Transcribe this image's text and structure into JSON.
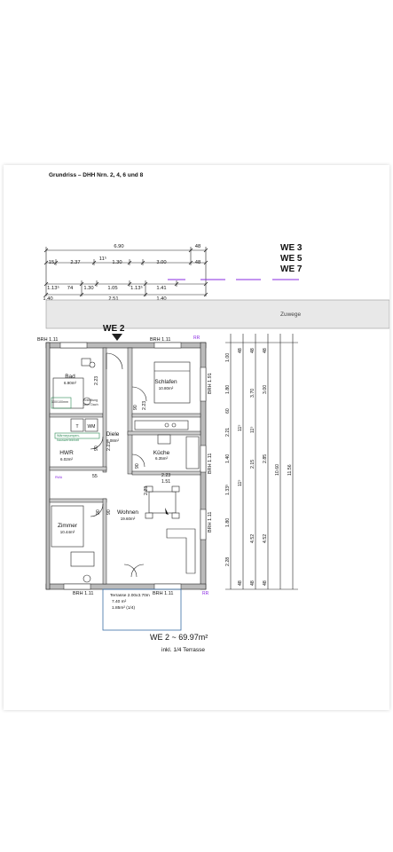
{
  "document": {
    "heading": "Grundriss – DHH Nrn. 2, 4, 6 und 8"
  },
  "unit": {
    "name": "WE 2",
    "total_area": "WE 2 ~ 69.97m²",
    "total_note": "inkl. 1/4 Terrasse"
  },
  "legend_units": [
    "WE 3",
    "WE 5",
    "WE 7"
  ],
  "street_label": "Zuwege",
  "rooms": {
    "bad": {
      "name": "Bad",
      "area": "6.90m²"
    },
    "schlafen": {
      "name": "Schlafen",
      "area": "10.80m²"
    },
    "diele": {
      "name": "Diele",
      "area": "8.08m²"
    },
    "kueche": {
      "name": "Küche",
      "area": "6.35m²"
    },
    "hwr": {
      "name": "HWR",
      "area": "6.02m²"
    },
    "wohnen": {
      "name": "Wohnen",
      "area": "19.60m²"
    },
    "zimmer": {
      "name": "Zimmer",
      "area": "10.44m²"
    },
    "terrasse": {
      "name": "Terrasse 2.00x3.70m",
      "area": "7.40 m²",
      "quarter": "1.85m² (1/4)"
    }
  },
  "labels": {
    "t": "T",
    "wm": "WM",
    "entlueftung_1": "Entlüftung",
    "entlueftung_2": "über Dach",
    "dn": "100/100mm",
    "wp_1": "Wärmepumpen-",
    "wp_2": "hauswerteinheit",
    "rwa": "RWA"
  },
  "brh": {
    "top_left": "BRH  1.11",
    "top_right": "BRH  1.11",
    "right_1": "BRH  1.91",
    "right_2": "BRH  1.11",
    "right_3": "BRH  1.11",
    "bottom_left": "BRH  1.11",
    "bottom_right": "BRH  1.11"
  },
  "dims_top": {
    "row1": [
      "6.90",
      "48"
    ],
    "row2": [
      "15",
      "2.37",
      "11⁵",
      "1.30",
      "3.00",
      "48"
    ],
    "row3": [
      "1.13⁵",
      "74",
      "1.30",
      "1.05",
      "1.13⁵",
      "1.41"
    ],
    "row4": [
      "1.40",
      "2.51",
      "1.40"
    ]
  },
  "dims_interior": {
    "d1": "2.23",
    "d2": "90",
    "d3": "2.23",
    "d4": "90",
    "d5": "2.23",
    "d6": "90",
    "d7": "2.23",
    "d8": "1.51",
    "d9": "2.23",
    "d10": "90",
    "d11": "55",
    "d12": "90"
  },
  "dims_right": {
    "col1": [
      "1.00",
      "1.80",
      "60",
      "2.21",
      "1.40",
      "1.33⁵",
      "1.80",
      "2.28"
    ],
    "col2": [
      "48",
      "11⁵",
      "11⁵",
      "48"
    ],
    "col3": [
      "48",
      "3.70",
      "11⁵",
      "2.15",
      "4.52",
      "48"
    ],
    "col4": [
      "48",
      "3.00",
      "2.85",
      "4.52",
      "48"
    ],
    "col5": [
      "10.60"
    ],
    "col6": [
      "11.56"
    ]
  }
}
